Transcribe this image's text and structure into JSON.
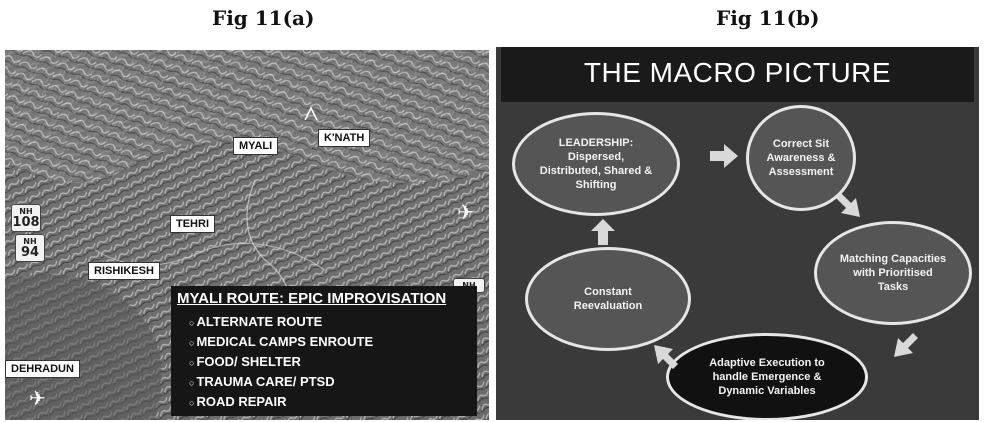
{
  "figure_a": {
    "caption": "Fig 11(a)",
    "labels": {
      "myali": "MYALI",
      "knath": "K'NATH",
      "tehri": "TEHRI",
      "rishikesh": "RISHIKESH",
      "dehradun": "DEHRADUN"
    },
    "shields": {
      "nh108_top": "NH",
      "nh108_num": "108",
      "nh94_top": "NH",
      "nh94_num": "94",
      "nh_right_top": "NH"
    },
    "route_box": {
      "title": "MYALI ROUTE: EPIC IMPROVISATION",
      "items": [
        "ALTERNATE ROUTE",
        "MEDICAL CAMPS ENROUTE",
        "FOOD/ SHELTER",
        "TRAUMA CARE/ PTSD",
        "ROAD REPAIR"
      ]
    }
  },
  "figure_b": {
    "caption": "Fig 11(b)",
    "title": "THE MACRO PICTURE",
    "nodes": [
      {
        "id": "leadership",
        "text": "LEADERSHIP: Dispersed, Distributed, Shared & Shifting"
      },
      {
        "id": "awareness",
        "text": "Correct Sit Awareness & Assessment"
      },
      {
        "id": "matching",
        "text": "Matching Capacities with Prioritised Tasks"
      },
      {
        "id": "execution",
        "text": "Adaptive Execution to handle Emergence & Dynamic Variables"
      },
      {
        "id": "reevaluation",
        "text": "Constant Reevaluation"
      }
    ],
    "colors": {
      "background": "#3a3a3a",
      "title_bar": "#1a1a1a",
      "bubble": "#555555",
      "bubble_dark": "#111111",
      "arrow": "#d9d9d9"
    }
  }
}
